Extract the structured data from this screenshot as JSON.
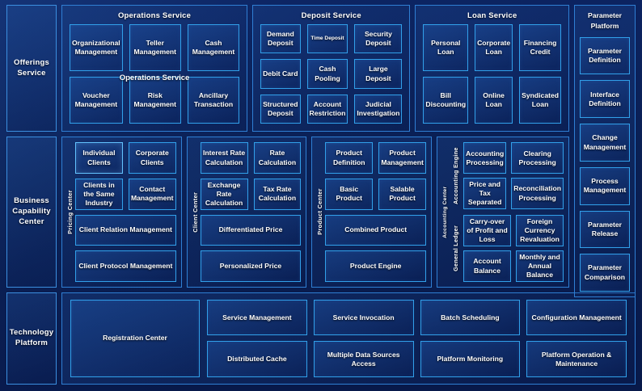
{
  "rows": {
    "offerings": {
      "side_label": "Offerings Service",
      "panels": [
        {
          "title": "Operations Service",
          "duplicate_title": "Operations Service",
          "cells": [
            "Organizational Management",
            "Teller Management",
            "Cash Management",
            "Voucher Management",
            "Risk Management",
            "Ancillary Transaction"
          ]
        },
        {
          "title": "Deposit Service",
          "cells": [
            "Demand Deposit",
            "Time Deposit",
            "Security Deposit",
            "Debit Card",
            "Cash Pooling",
            "Large Deposit",
            "Structured Deposit",
            "Account Restriction",
            "Judicial Investigation"
          ]
        },
        {
          "title": "Loan Service",
          "cells": [
            "Personal Loan",
            "Corporate Loan",
            "Financing Credit",
            "Bill Discounting",
            "Online Loan",
            "Syndicated Loan"
          ]
        }
      ]
    },
    "business": {
      "side_label": "Business Capability Center",
      "centers": [
        {
          "vlabel": "Pricing Center",
          "cells": [
            "Individual Clients",
            "Corporate Clients",
            "Clients in the Same Industry",
            "Contact Management",
            "Client Relation Management",
            "Client Protocol Management"
          ]
        },
        {
          "vlabel": "Client Center",
          "cells": [
            "Interest Rate Calculation",
            "Rate Calculation",
            "Exchange Rate Calculation",
            "Tax Rate Calculation",
            "Differentiated Price",
            "Personalized Price"
          ]
        },
        {
          "vlabel": "Product Center",
          "cells": [
            "Product Definition",
            "Product Management",
            "Basic Product",
            "Salable Product",
            "Combined Product",
            "Product Engine"
          ]
        }
      ],
      "accounting": {
        "vlabel": "Accounting Center",
        "subgroups": [
          {
            "vlabel": "Accounting Engine",
            "cells": [
              "Accounting Processing",
              "Clearing Processing",
              "Price and Tax Separated",
              "Reconciliation Processing"
            ]
          },
          {
            "vlabel": "General Ledger",
            "cells": [
              "Carry-over of Profit and Loss",
              "Foreign Currency Revaluation",
              "Account Balance",
              "Monthly and Annual Balance"
            ]
          }
        ]
      }
    },
    "technology": {
      "side_label": "Technology Platform",
      "registration": "Registration Center",
      "cells": [
        "Service Management",
        "Service Invocation",
        "Batch Scheduling",
        "Configuration Management",
        "Distributed Cache",
        "Multiple Data Sources Access",
        "Platform Monitoring",
        "Platform Operation & Maintenance"
      ]
    }
  },
  "parameter_platform": {
    "title": "Parameter Platform",
    "items": [
      "Parameter Definition",
      "Interface Definition",
      "Change Management",
      "Process Management",
      "Parameter Release",
      "Parameter Comparison"
    ]
  },
  "colors": {
    "background": "#0a1f52",
    "panel_border": "#2f7fd4",
    "cell_border": "#31a0ea",
    "highlight_border": "#63c3ff",
    "text": "#ffffff"
  }
}
